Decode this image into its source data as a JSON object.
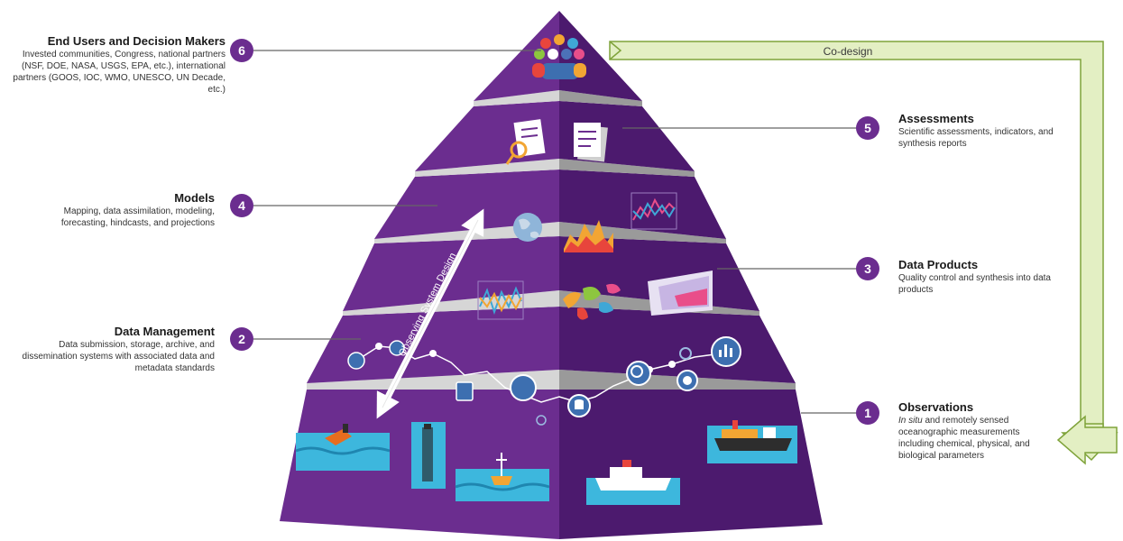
{
  "codesign_label": "Co-design",
  "observing_label": "Observing System Design",
  "colors": {
    "purple_front": "#6b2d8f",
    "purple_side": "#4c1a6e",
    "gray_band_front": "#d6d6d6",
    "gray_band_side": "#9a9a9a",
    "badge": "#6b2d8f",
    "arrow_fill": "#e3efc3",
    "arrow_stroke": "#7fa33a",
    "leader": "#666666"
  },
  "levels": [
    {
      "number": "6",
      "title": "End Users and Decision Makers",
      "description": "Invested communities, Congress, national partners (NSF, DOE, NASA, USGS, EPA, etc.), international partners (GOOS, IOC, WMO, UNESCO, UN Decade, etc.)",
      "icons": [
        "people-group-icon"
      ]
    },
    {
      "number": "5",
      "title": "Assessments",
      "description": "Scientific assessments, indicators, and synthesis reports",
      "icons": [
        "report-magnifier-icon",
        "document-stack-icon"
      ]
    },
    {
      "number": "4",
      "title": "Models",
      "description": "Mapping, data assimilation, modeling, forecasting, hindcasts, and projections",
      "icons": [
        "globe-icon",
        "area-chart-icon",
        "line-chart-icon"
      ]
    },
    {
      "number": "3",
      "title": "Data Products",
      "description": "Quality control and synthesis into data products",
      "icons": [
        "timeseries-chart-icon",
        "world-map-icon",
        "grid-map-icon"
      ]
    },
    {
      "number": "2",
      "title": "Data Management",
      "description": "Data submission, storage, archive, and dissemination systems with associated data and metadata standards",
      "icons": [
        "network-icon",
        "database-icon",
        "search-data-icon",
        "cloud-data-icon",
        "bar-chart-icon"
      ]
    },
    {
      "number": "1",
      "title": "Observations",
      "description_italic": "In situ",
      "description": "and remotely sensed oceanographic measurements including chemical, physical, and biological parameters",
      "icons": [
        "glider-icon",
        "mooring-icon",
        "buoy-icon",
        "ship-icon",
        "vessel-icon"
      ]
    }
  ]
}
